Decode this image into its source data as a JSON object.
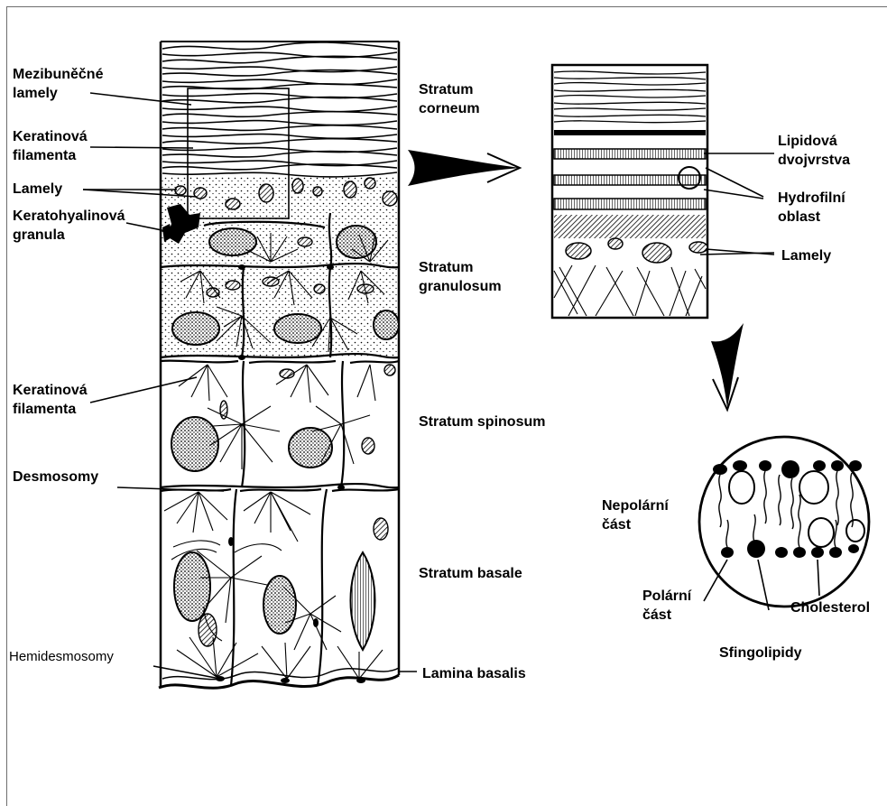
{
  "colors": {
    "ink": "#000000",
    "paper": "#ffffff",
    "frame": "#6e6e6e"
  },
  "labels": {
    "mezibunecne_lamely": "Mezibuněčné\nlamely",
    "keratinova_filamenta_top": "Keratinová\nfilamenta",
    "lamely_left": "Lamely",
    "keratohyalinova_granula": "Keratohyalinová\ngranula",
    "keratinova_filamenta_mid": "Keratinová\nfilamenta",
    "desmosomy": "Desmosomy",
    "hemidesmosomy": "Hemidesmosomy",
    "stratum_corneum": "Stratum\ncorneum",
    "stratum_granulosum": "Stratum\ngranulosum",
    "stratum_spinosum": "Stratum spinosum",
    "stratum_basale": "Stratum basale",
    "lamina_basalis": "Lamina basalis",
    "lipidova_dvojvrstva": "Lipidová\ndvojvrstva",
    "hydrofilni_oblast": "Hydrofilní\noblast",
    "lamely_right": "Lamely",
    "nepolarni_cast": "Nepolární\nčást",
    "polarni_cast": "Polární\nčást",
    "cholesterol": "Cholesterol",
    "sfingolipidy": "Sfingolipidy"
  }
}
